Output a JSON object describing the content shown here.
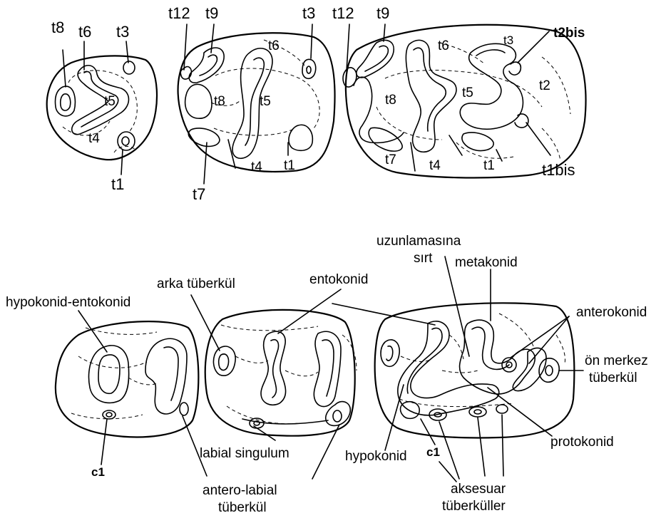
{
  "upper_row": {
    "tooth1": {
      "t8": "t8",
      "t6": "t6",
      "t3": "t3",
      "t5": "t5",
      "t4": "t4",
      "t1": "t1"
    },
    "tooth2": {
      "t12": "t12",
      "t9": "t9",
      "t3": "t3",
      "t6": "t6",
      "t8": "t8",
      "t5": "t5",
      "t4": "t4",
      "t1": "t1",
      "t7": "t7"
    },
    "tooth3": {
      "t12": "t12",
      "t9": "t9",
      "t6": "t6",
      "t3": "t3",
      "t2bis": "t2bis",
      "t8": "t8",
      "t5": "t5",
      "t2": "t2",
      "t7": "t7",
      "t4": "t4",
      "t1": "t1",
      "t1bis": "t1bis"
    }
  },
  "lower_row": {
    "hypokonid_entokonid": "hypokonid-entokonid",
    "arka_tuberkul": "arka tüberkül",
    "entokonid": "entokonid",
    "uzunlamasina_line1": "uzunlamasına",
    "uzunlamasina_line2": "sırt",
    "metakonid": "metakonid",
    "anterokonid": "anterokonid",
    "on_merkez_line1": "ön merkez",
    "on_merkez_line2": "tüberkül",
    "protokonid": "protokonid",
    "hypokonid": "hypokonid",
    "c1_left": "c1",
    "c1_right": "c1",
    "labial_singulum": "labial singulum",
    "antero_labial_line1": "antero-labial",
    "antero_labial_line2": "tüberkül",
    "aksesuar_line1": "aksesuar",
    "aksesuar_line2": "tüberküller"
  }
}
